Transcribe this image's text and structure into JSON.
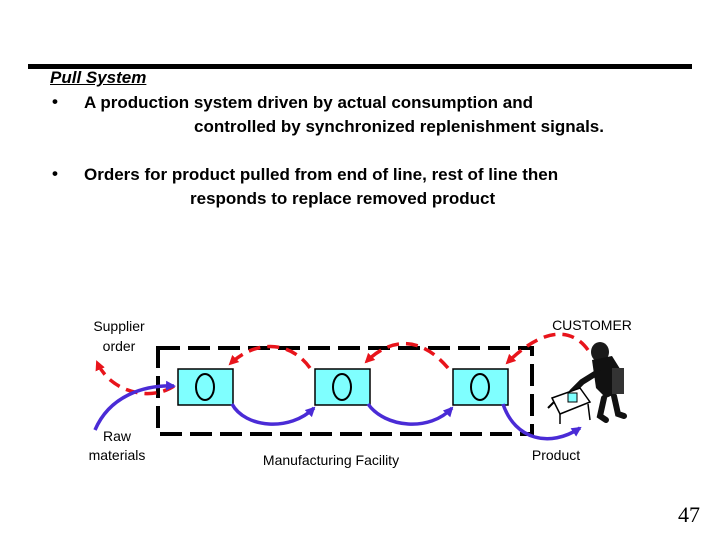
{
  "title": "Pull System",
  "bullets": [
    {
      "line1": "A production system driven by actual consumption and",
      "line2": "controlled by synchronized replenishment signals."
    },
    {
      "line1": "Orders for product pulled from end of line, rest of line then",
      "line2": "responds to replace removed product"
    }
  ],
  "bullet_symbol": "•",
  "labels": {
    "supplier_order_1": "Supplier",
    "supplier_order_2": "order",
    "customer": "CUSTOMER",
    "raw_materials_1": "Raw",
    "raw_materials_2": "materials",
    "manufacturing_facility": "Manufacturing Facility",
    "product": "Product"
  },
  "page_number": "47",
  "colors": {
    "signal_arrow": "#e8141b",
    "flow_arrow": "#4a2bd6",
    "station_fill": "#7fffff",
    "facility_border": "#000000"
  }
}
